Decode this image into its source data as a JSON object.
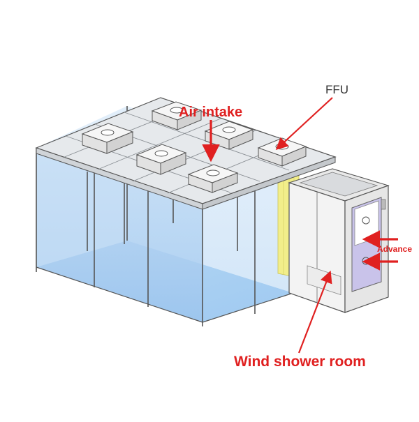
{
  "labels": {
    "ffu": "FFU",
    "air_intake": "Air intake",
    "advance": "Advance",
    "wind_shower_room": "Wind shower room"
  },
  "colors": {
    "annotation": "#e02020",
    "frame": "#555555",
    "glass": "#a9cdf0",
    "glass_floor": "#9dc8ef",
    "curtain": "#f2ee8a",
    "shower_body": "#f3f3f3",
    "window": "#c9c3ea"
  },
  "icons": [
    "ffu-unit-icon",
    "air-shower-icon",
    "arrow-icon"
  ]
}
